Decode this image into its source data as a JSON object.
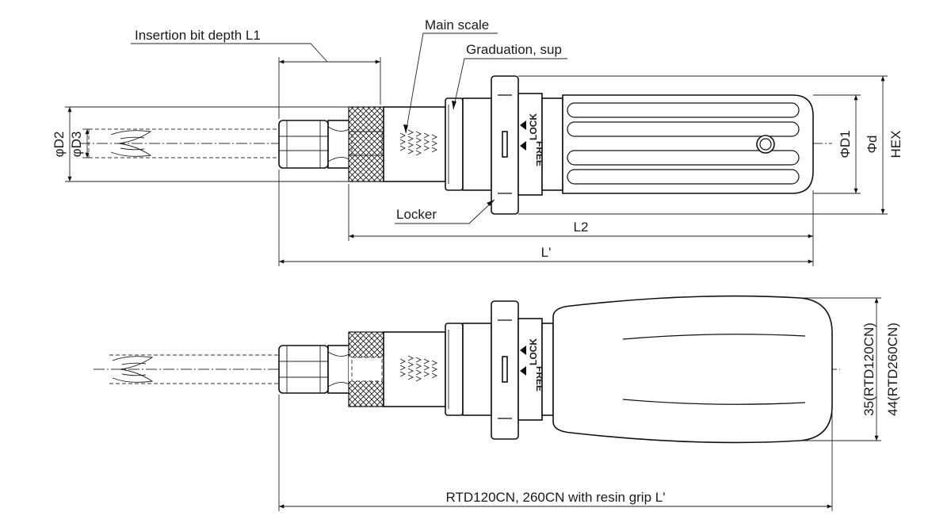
{
  "labels": {
    "insertion_bit_depth": "Insertion bit depth L1",
    "main_scale": "Main scale",
    "graduation": "Graduation, sup",
    "locker": "Locker",
    "l2": "L2",
    "l_prime": "L'",
    "phi_d2": "φD2",
    "phi_d3": "φD3",
    "phi_d1": "ΦD1",
    "phi_d": "Φd",
    "hex": "HEX",
    "lock_top": "LOCK",
    "free_top": "FREE",
    "lock_bottom": "LOCK",
    "free_bottom": "FREE",
    "resin_grip_length": "RTD120CN, 260CN with resin grip L'",
    "dia_35": "35(RTD120CN)",
    "dia_44": "44(RTD260CN)"
  }
}
